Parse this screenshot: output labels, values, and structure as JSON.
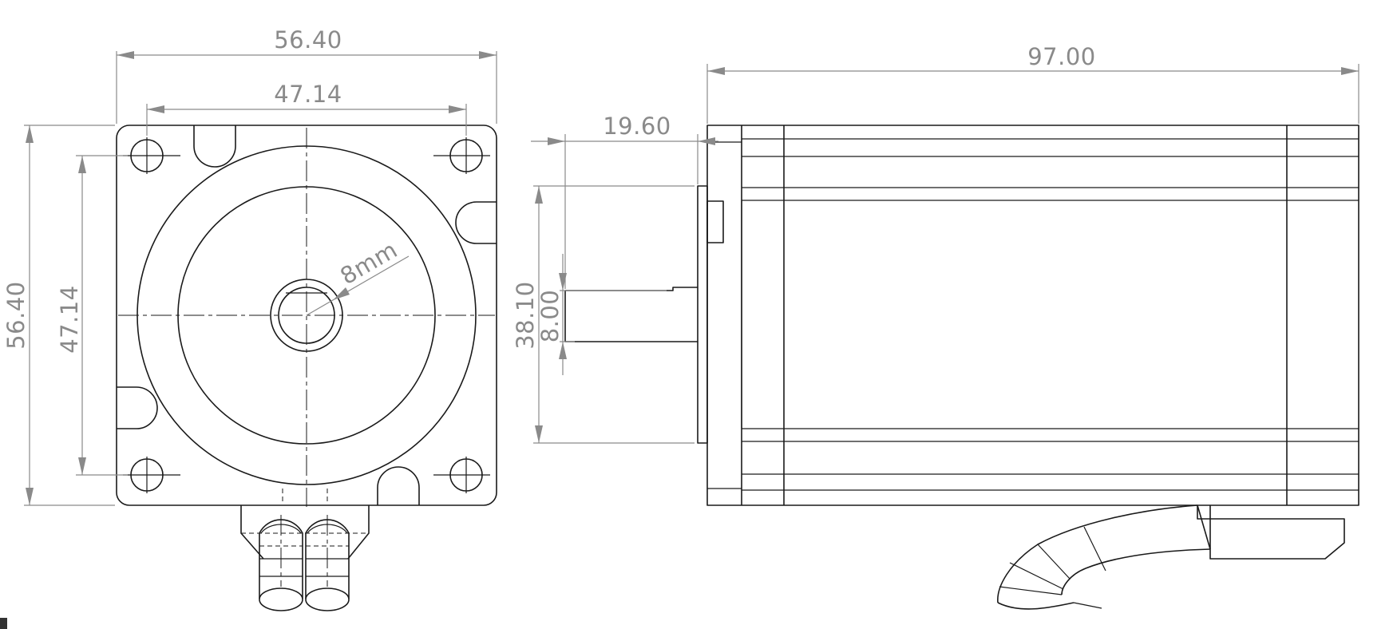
{
  "dimensions": {
    "front_width_overall": "56.40",
    "front_hole_spacing_x": "47.14",
    "front_height_overall": "56.40",
    "front_hole_spacing_y": "47.14",
    "shaft_diameter": "8mm",
    "side_length": "97.00",
    "shaft_length": "19.60",
    "pilot_diameter": "38.10",
    "shaft_flat": "8.00"
  },
  "colors": {
    "part_line": "#1a1a1a",
    "dimension_line": "#8a8a8a",
    "background": "#ffffff"
  }
}
